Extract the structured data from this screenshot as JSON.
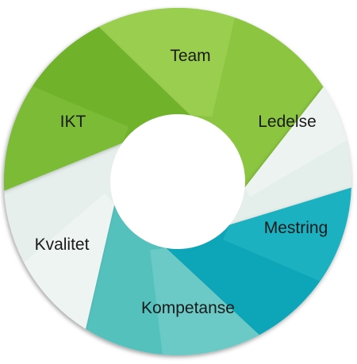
{
  "diagram": {
    "type": "segmented-ring",
    "segments": [
      {
        "id": "team",
        "label": "Team",
        "color": "#8cc63f",
        "highlight": "#a6d65c"
      },
      {
        "id": "ledelse",
        "label": "Ledelse",
        "color": "#e4eeea",
        "highlight": "#f3f7f5"
      },
      {
        "id": "mestring",
        "label": "Mestring",
        "color": "#0fa6b8",
        "highlight": "#27b9c9"
      },
      {
        "id": "kompetanse",
        "label": "Kompetanse",
        "color": "#55c1bd",
        "highlight": "#7fd2cd"
      },
      {
        "id": "kvalitet",
        "label": "Kvalitet",
        "color": "#e6efeb",
        "highlight": "#f4f8f6"
      },
      {
        "id": "ikt",
        "label": "IKT",
        "color": "#6fb22a",
        "highlight": "#86c23e"
      }
    ]
  }
}
